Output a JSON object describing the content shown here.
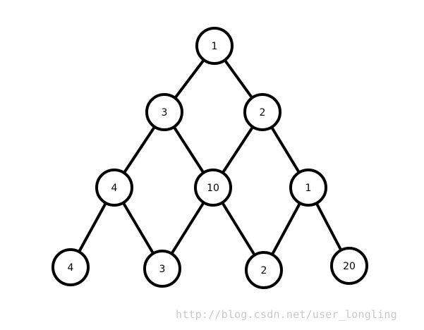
{
  "nodes": [
    {
      "id": "r0c0",
      "label": "1"
    },
    {
      "id": "r1c0",
      "label": "3"
    },
    {
      "id": "r1c1",
      "label": "2"
    },
    {
      "id": "r2c0",
      "label": "4"
    },
    {
      "id": "r2c1",
      "label": "10"
    },
    {
      "id": "r2c2",
      "label": "1"
    },
    {
      "id": "r3c0",
      "label": "4"
    },
    {
      "id": "r3c1",
      "label": "3"
    },
    {
      "id": "r3c2",
      "label": "2"
    },
    {
      "id": "r3c3",
      "label": "20"
    }
  ],
  "edges": [
    [
      "r0c0",
      "r1c0"
    ],
    [
      "r0c0",
      "r1c1"
    ],
    [
      "r1c0",
      "r2c0"
    ],
    [
      "r1c0",
      "r2c1"
    ],
    [
      "r1c1",
      "r2c1"
    ],
    [
      "r1c1",
      "r2c2"
    ],
    [
      "r2c0",
      "r3c0"
    ],
    [
      "r2c0",
      "r3c1"
    ],
    [
      "r2c1",
      "r3c1"
    ],
    [
      "r2c1",
      "r3c2"
    ],
    [
      "r2c2",
      "r3c2"
    ],
    [
      "r2c2",
      "r3c3"
    ]
  ],
  "watermark": "http://blog.csdn.net/user_longling"
}
